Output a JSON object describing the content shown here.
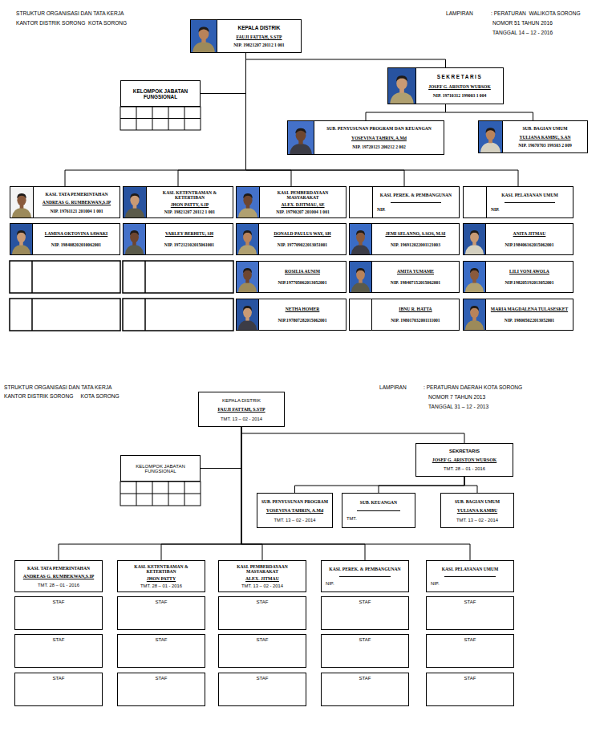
{
  "diagram": {
    "nodes": [
      {
        "text": [
          "KEPALA DISTRIK",
          "FAUJI FATTAH, S.STP",
          "NIP. 19821207 20112 1 001"
        ]
      },
      {
        "text": [
          "KELOMPOK JABATAN FUNGSIONAL"
        ]
      },
      {
        "text": [
          "SEKRETARIS",
          "JOSEF G. ARISTON WURSOK",
          "NIP. 19710312 199003 1 004"
        ]
      },
      {
        "text": [
          "SUB. PENYUSUNAN PROGRAM DAN KEUANGAN",
          "YOSEVINA TAHRIN, A.Md",
          "NIP. 19720123 200212 2 002"
        ]
      },
      {
        "text": [
          "SUB. BAGIAN UMUM",
          "YULIANA KAMBU, S.AN",
          "NIP. 19670703 199303 2 009"
        ]
      },
      {
        "text": [
          "KASI. TATA PEMERINTAHAN",
          "ANDREAS G. RUMBEKWAN,S.IP",
          "NIP. 19761121 201004 1 001"
        ]
      },
      {
        "text": [
          "KASI. KETENTRAMAN & KETERTIBAN",
          "JHON PATTY, S.IP",
          "NIP. 19821207 20112 1 001"
        ]
      },
      {
        "text": [
          "KASI. PEMBERDAYAAN MASYARAKAT",
          "ALEX. DJITMAU, SE",
          "NIP. 19790207 201004 1 001"
        ]
      },
      {
        "text": [
          "KASI. PEREK. & PEMBANGUNAN",
          "NIP."
        ]
      },
      {
        "text": [
          "KASI. PELAYANAN UMUM",
          "NIP."
        ]
      },
      {
        "text": [
          "LAMINA OKTOVINA SAWAKI",
          "NIP. 198408202010062001"
        ]
      },
      {
        "text": [
          "VARLEY BERHITU, SH",
          "NIP. 197212102015061001"
        ]
      },
      {
        "text": [
          "DONALD PAULUS WAY, SH",
          "NIP. 197709022013051001"
        ]
      },
      {
        "text": [
          "JEMI SELANNO, S.SOS, M.SI",
          "NIP. 196912022001121003"
        ]
      },
      {
        "text": [
          "ANITA JITMAU",
          "NIP.198406162015062001"
        ]
      },
      {
        "text": [
          "ROSILIA AUNIM",
          "NIP.197705062013052001"
        ]
      },
      {
        "text": [
          "AMITA YUMAME",
          "NIP. 198407152015062001"
        ]
      },
      {
        "text": [
          "LILI VONI AWOLA",
          "NIP.198205192013052001"
        ]
      },
      {
        "text": [
          "NETHA HOMER",
          "NIP.197807282015062001"
        ]
      },
      {
        "text": [
          "IBNU R. HATTA",
          "NIP. 198017032001111001"
        ]
      },
      {
        "text": [
          "MARIA MAGDALENA TULASESKET",
          "NIP. 198005022013052001"
        ]
      },
      {
        "text": [
          "KEPALA DISTRIK",
          "FAUJI FATTAH, S.STP",
          "TMT. 13 – 02 - 2014"
        ]
      },
      {
        "text": [
          "KELOMPOK JABATAN FUNGSIONAL"
        ]
      },
      {
        "text": [
          "SEKRETARIS",
          "JOSEF G. ARISTON WURSOK",
          "TMT. 28 – 01 - 2016"
        ]
      },
      {
        "text": [
          "SUB. PENYUSUNAN PROGRAM",
          "YOSEVINA TAHRIN, A.Md",
          "TMT. 13 – 02 - 2014"
        ]
      },
      {
        "text": [
          "SUB. KEUANGAN",
          "TMT."
        ]
      },
      {
        "text": [
          "SUB. BAGIAN UMUM",
          "YULIANA KAMBU",
          "TMT. 13 – 02 - 2014"
        ]
      },
      {
        "text": [
          "KASI. TATA PEMERINTAHAN",
          "ANDREAS G. RUMBEKWAN,S.IP",
          "TMT. 28 – 01 - 2016"
        ]
      },
      {
        "text": [
          "KASI. KETENTRAMAN & KETERTIBAN",
          "JHON PATTY",
          "TMT. 28 – 01 - 2016"
        ]
      },
      {
        "text": [
          "KASI. PEMBERDAYAAN MASYARAKAT",
          "ALEX. JITMAU",
          "TMT. 13 – 02 - 2014"
        ]
      },
      {
        "text": [
          "KASI. PEREK. & PEMBANGUNAN",
          "NIP."
        ]
      },
      {
        "text": [
          "KASI. PELAYANAN UMUM",
          "NIP."
        ]
      },
      {
        "text": [
          "STAF"
        ]
      },
      {
        "text": [
          "STAF"
        ]
      },
      {
        "text": [
          "STAF"
        ]
      },
      {
        "text": [
          "STAF"
        ]
      },
      {
        "text": [
          "STAF"
        ]
      },
      {
        "text": [
          "STAF"
        ]
      },
      {
        "text": [
          "STAF"
        ]
      },
      {
        "text": [
          "STAF"
        ]
      },
      {
        "text": [
          "STAF"
        ]
      },
      {
        "text": [
          "STAF"
        ]
      },
      {
        "text": [
          "STAF"
        ]
      },
      {
        "text": [
          "STAF"
        ]
      },
      {
        "text": [
          "STAF"
        ]
      },
      {
        "text": [
          "STAF"
        ]
      },
      {
        "text": [
          "STAF"
        ]
      }
    ],
    "edges": [
      {
        "from": 0,
        "to": 1,
        "arrow": "none"
      },
      {
        "from": 0,
        "to": 2,
        "arrow": "none"
      },
      {
        "from": 2,
        "to": 3,
        "arrow": "none"
      },
      {
        "from": 2,
        "to": 4,
        "arrow": "none"
      },
      {
        "from": 0,
        "to": 5,
        "arrow": "none"
      },
      {
        "from": 0,
        "to": 6,
        "arrow": "none"
      },
      {
        "from": 0,
        "to": 7,
        "arrow": "none"
      },
      {
        "from": 0,
        "to": 8,
        "arrow": "none"
      },
      {
        "from": 0,
        "to": 9,
        "arrow": "none"
      },
      {
        "from": 21,
        "to": 22,
        "arrow": "none"
      },
      {
        "from": 21,
        "to": 23,
        "arrow": "none"
      },
      {
        "from": 23,
        "to": 24,
        "arrow": "none"
      },
      {
        "from": 23,
        "to": 25,
        "arrow": "none"
      },
      {
        "from": 23,
        "to": 26,
        "arrow": "none"
      },
      {
        "from": 21,
        "to": 27,
        "arrow": "none"
      },
      {
        "from": 21,
        "to": 28,
        "arrow": "none"
      },
      {
        "from": 21,
        "to": 29,
        "arrow": "none"
      },
      {
        "from": 21,
        "to": 30,
        "arrow": "none"
      },
      {
        "from": 21,
        "to": 31,
        "arrow": "none"
      }
    ],
    "labels": [
      "STRUKTUR ORGANISASI DAN TATA KERJA",
      "KANTOR DISTRIK SORONG  KOTA SORONG",
      "LAMPIRAN",
      ": PERATURAN  WALIKOTA SORONG",
      "NOMOR 51 TAHUN 2016",
      "TANGGAL 14 – 12 - 2016",
      "STRUKTUR ORGANISASI DAN TATA KERJA",
      "KANTOR DISTRIK SORONG     KOTA SORONG",
      "LAMPIRAN",
      ": PERATURAN DAERAH KOTA SORONG",
      "NOMOR 7 TAHUN 2013",
      "TANGGAL 31 – 12 - 2013"
    ]
  }
}
